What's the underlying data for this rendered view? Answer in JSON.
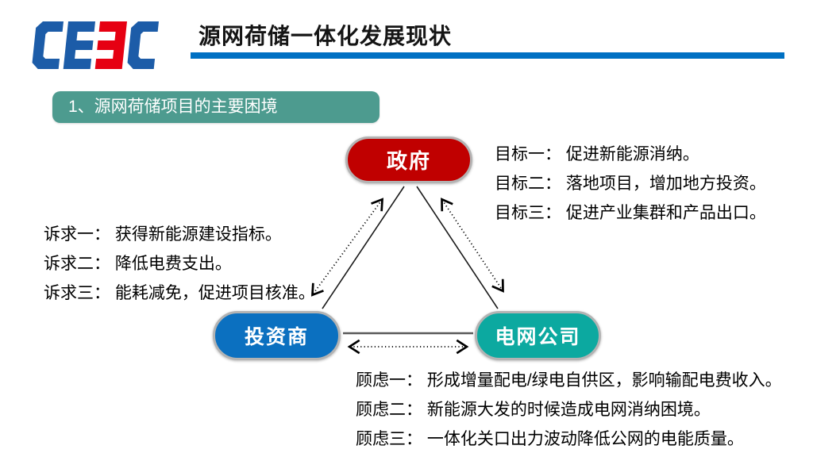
{
  "header": {
    "logo_text": "CEEC",
    "title": "源网荷储一体化发展现状"
  },
  "section": {
    "label": "1、源网荷储项目的主要困境"
  },
  "diagram": {
    "nodes": [
      {
        "id": "government",
        "label": "政府",
        "color": "#C00000"
      },
      {
        "id": "investor",
        "label": "投资商",
        "color": "#0B70C0"
      },
      {
        "id": "grid-company",
        "label": "电网公司",
        "color": "#0CA9A0"
      }
    ],
    "goals": {
      "lines": [
        "目标一： 促进新能源消纳。",
        "目标二： 落地项目，增加地方投资。",
        "目标三： 促进产业集群和产品出口。"
      ]
    },
    "demands": {
      "lines": [
        "诉求一： 获得新能源建设指标。",
        "诉求二： 降低电费支出。",
        "诉求三： 能耗减免，促进项目核准。"
      ]
    },
    "concerns": {
      "lines": [
        "顾虑一： 形成增量配电/绿电自供区，影响输配电费收入。",
        "顾虑二： 新能源大发的时候造成电网消纳困境。",
        "顾虑三： 一体化关口出力波动降低公网的电能质量。"
      ]
    }
  },
  "colors": {
    "title_rule_blue": "#0070C3",
    "section_teal": "#4D9B8F",
    "node_red": "#C00000",
    "node_blue": "#0B70C0",
    "node_teal": "#0CA9A0",
    "node_border_gray": "#B3B3B3",
    "logo_blue": "#1C5CA8",
    "logo_red": "#E60012",
    "connector_gray": "#595959"
  }
}
